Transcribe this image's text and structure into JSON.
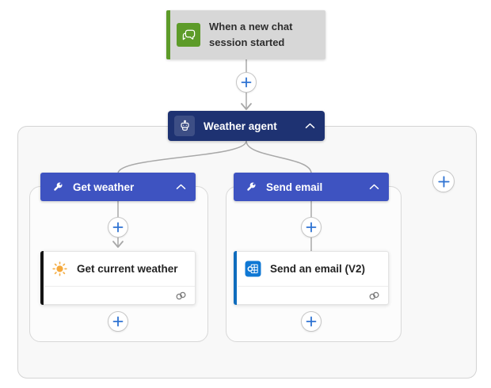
{
  "colors": {
    "trigger_bg": "#d7d7d7",
    "trigger_green": "#5d9b29",
    "agent_navy": "#1e3272",
    "tool_blue": "#3e53c1",
    "action_accent_weather": "#141414",
    "action_accent_email": "#0f6cbd",
    "outlook_blue": "#0f78d4",
    "sun_orange": "#f5a83b",
    "plus_blue": "#2e72d2",
    "connector_gray": "#a8a8a8"
  },
  "trigger": {
    "label": "When a new chat session started",
    "icon": "chat-bubbles-icon"
  },
  "agent": {
    "label": "Weather agent",
    "icon": "bot-icon",
    "collapse_icon": "chevron-up-icon"
  },
  "tools": [
    {
      "label": "Get weather",
      "icon": "wrench-icon",
      "collapse_icon": "chevron-up-icon",
      "action": {
        "label": "Get current weather",
        "icon": "sun-icon",
        "status_icon": "link-icon"
      }
    },
    {
      "label": "Send email",
      "icon": "wrench-icon",
      "collapse_icon": "chevron-up-icon",
      "action": {
        "label": "Send an email (V2)",
        "icon": "outlook-icon",
        "status_icon": "link-icon"
      }
    }
  ]
}
